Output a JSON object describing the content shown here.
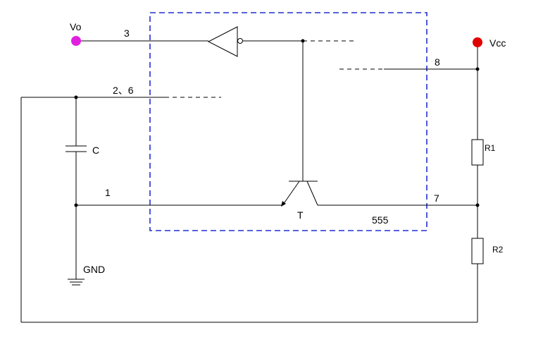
{
  "nodes": {
    "vo": {
      "label": "Vo",
      "color": "#e020e0"
    },
    "vcc": {
      "label": "Vcc",
      "color": "#e00000"
    }
  },
  "pins": {
    "p3": "3",
    "p8": "8",
    "p26": "2、6",
    "p1": "1",
    "p7": "7"
  },
  "components": {
    "capacitor": "C",
    "r1": "R1",
    "r2": "R2",
    "transistor": "T",
    "ground": "GND",
    "chip": "555"
  },
  "colors": {
    "chip_border": "#1f2fd0",
    "wire": "#000000"
  }
}
